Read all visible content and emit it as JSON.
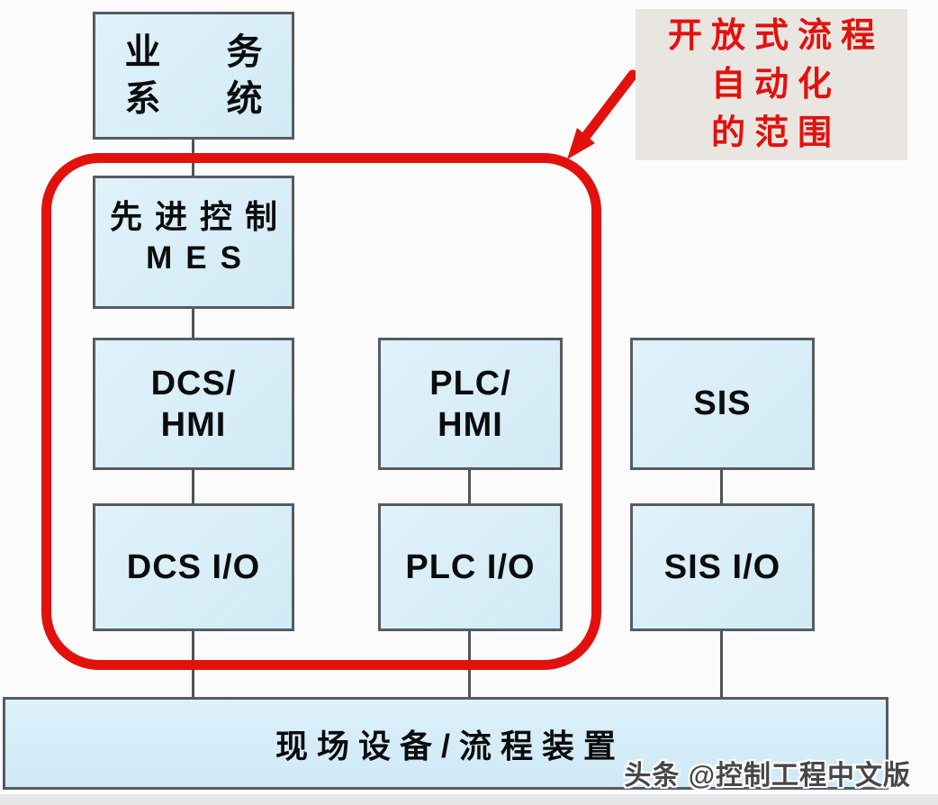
{
  "scope_label": {
    "line1": "开放式流程",
    "line2": "自动化",
    "line3": "的范围"
  },
  "boxes": {
    "business": {
      "line1": "业 务",
      "line2": "系 统"
    },
    "mes": {
      "line1": "先进控制",
      "line2": "MES"
    },
    "dcs_hmi": {
      "line1": "DCS/",
      "line2": "HMI"
    },
    "plc_hmi": {
      "line1": "PLC/",
      "line2": "HMI"
    },
    "sis": {
      "label": "SIS"
    },
    "dcs_io": {
      "label": "DCS I/O"
    },
    "plc_io": {
      "label": "PLC I/O"
    },
    "sis_io": {
      "label": "SIS I/O"
    },
    "field_devices": {
      "label": "现场设备/流程装置"
    }
  },
  "watermark": "头条 @控制工程中文版",
  "colors": {
    "box_fill": "#d6ecf7",
    "box_border": "#565b62",
    "scope_red": "#e2110d",
    "label_background": "#e9e6e2",
    "watermark_gray": "#474747"
  }
}
